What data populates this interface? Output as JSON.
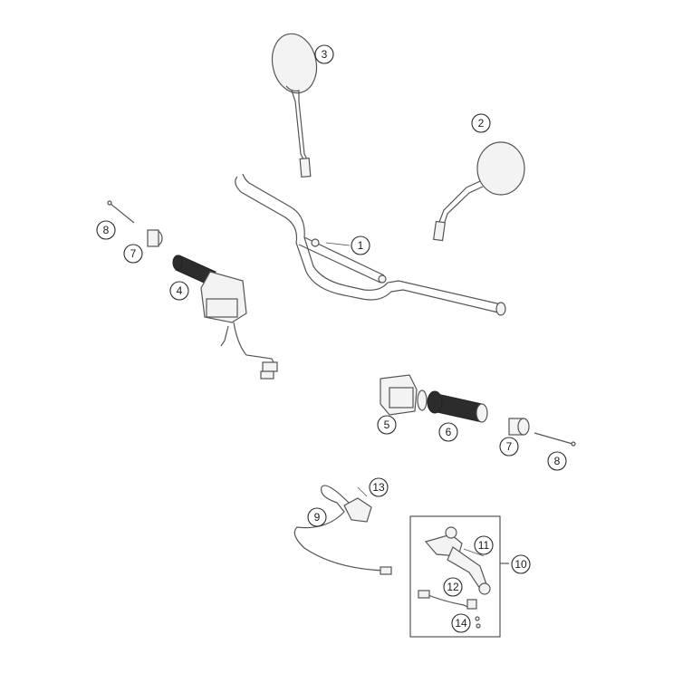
{
  "callouts": [
    {
      "id": "c1",
      "label": "1"
    },
    {
      "id": "c2",
      "label": "2"
    },
    {
      "id": "c3",
      "label": "3"
    },
    {
      "id": "c4",
      "label": "4"
    },
    {
      "id": "c5",
      "label": "5"
    },
    {
      "id": "c6",
      "label": "6"
    },
    {
      "id": "c7a",
      "label": "7"
    },
    {
      "id": "c7b",
      "label": "7"
    },
    {
      "id": "c8a",
      "label": "8"
    },
    {
      "id": "c8b",
      "label": "8"
    },
    {
      "id": "c9",
      "label": "9"
    },
    {
      "id": "c10",
      "label": "10"
    },
    {
      "id": "c11",
      "label": "11"
    },
    {
      "id": "c12",
      "label": "12"
    },
    {
      "id": "c13",
      "label": "13"
    },
    {
      "id": "c14",
      "label": "14"
    }
  ]
}
